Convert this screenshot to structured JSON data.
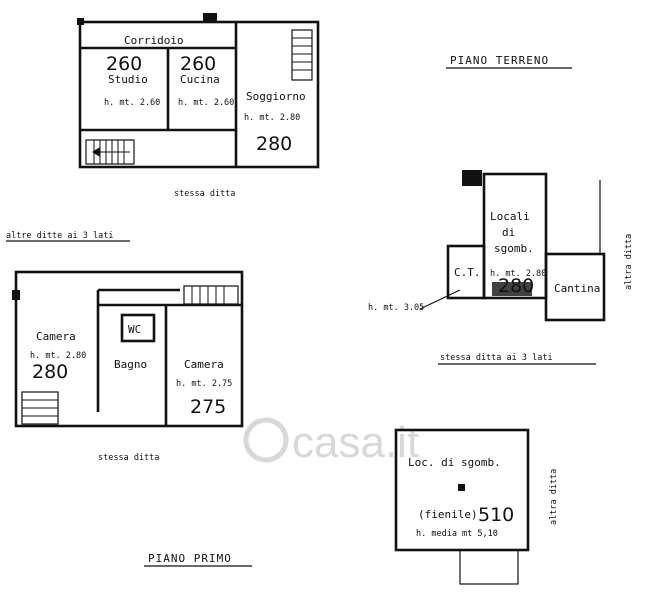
{
  "watermark": "casa.it",
  "ground_floor": {
    "title": "PIANO TERRENO",
    "rooms": {
      "corridor": "Corridoio",
      "studio": "Studio",
      "studio_height": "h. mt. 2.60",
      "studio_hand": "260",
      "kitchen": "Cucina",
      "kitchen_height": "h. mt. 2.60",
      "kitchen_hand": "260",
      "living": "Soggiorno",
      "living_height": "h. mt. 2.80",
      "living_hand": "280"
    },
    "below_note": "stessa ditta",
    "side_note": "altre ditte ai 3 lati"
  },
  "annex": {
    "rooms": {
      "storage_line1": "Locali",
      "storage_line2": "di",
      "storage_line3": "sgomb.",
      "storage_height": "h. mt. 2.80",
      "storage_hand": "280",
      "ct": "C.T.",
      "ct_height": "h. mt. 3.05",
      "cellar": "Cantina"
    },
    "right_note": "altra ditta",
    "below_note": "stessa ditta ai 3 lati"
  },
  "first_floor": {
    "title": "PIANO PRIMO",
    "rooms": {
      "room_left": "Camera",
      "room_left_height": "h. mt. 2.80",
      "room_left_hand": "280",
      "wc": "WC",
      "bath": "Bagno",
      "room_right": "Camera",
      "room_right_height": "h. mt. 2.75",
      "room_right_hand": "275"
    },
    "below_note": "stessa ditta"
  },
  "barn": {
    "rooms": {
      "name": "Loc. di sgomb.",
      "sub": "(fienile)",
      "hand": "510",
      "height": "h. media mt 5,10"
    },
    "right_note": "altra ditta"
  }
}
